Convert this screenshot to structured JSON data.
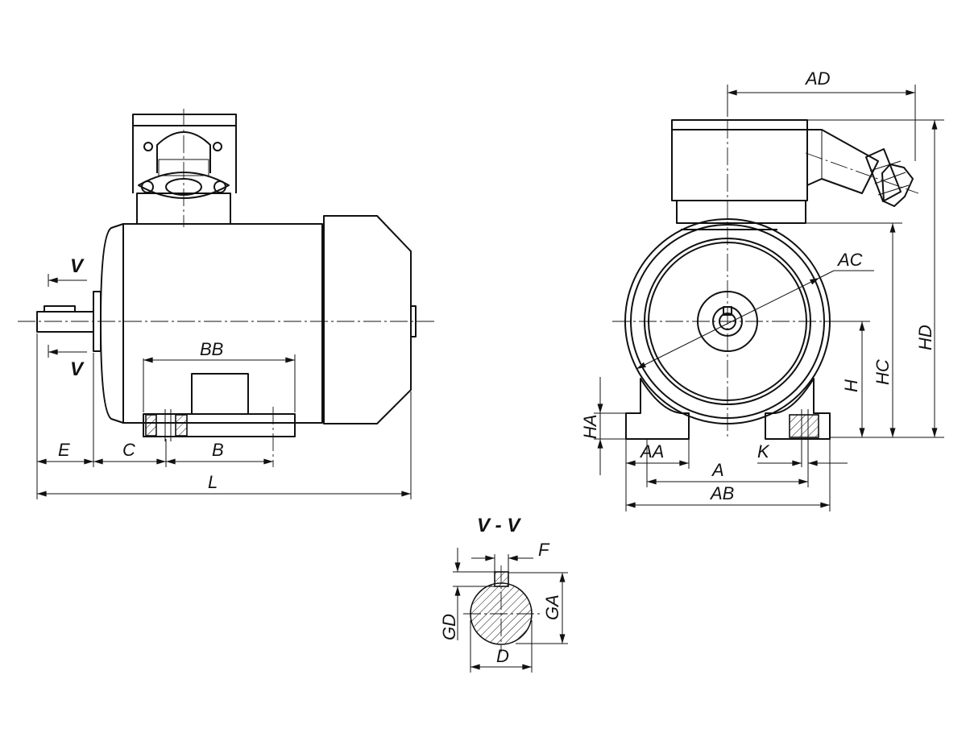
{
  "labels": {
    "AD": "AD",
    "AC": "AC",
    "HD": "HD",
    "HC": "HC",
    "H": "H",
    "HA": "HA",
    "AA": "AA",
    "A": "A",
    "AB": "AB",
    "K": "K",
    "BB": "BB",
    "B": "B",
    "C": "C",
    "E": "E",
    "L": "L",
    "V": "V",
    "section_title": "V - V",
    "F": "F",
    "GA": "GA",
    "GD": "GD",
    "D": "D"
  }
}
